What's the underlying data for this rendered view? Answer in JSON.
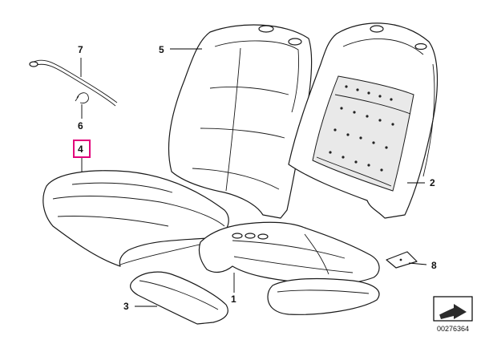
{
  "callouts": [
    {
      "id": "c1",
      "label": "1"
    },
    {
      "id": "c2",
      "label": "2"
    },
    {
      "id": "c3",
      "label": "3"
    },
    {
      "id": "c4",
      "label": "4",
      "highlighted": true
    },
    {
      "id": "c5",
      "label": "5"
    },
    {
      "id": "c6",
      "label": "6"
    },
    {
      "id": "c7",
      "label": "7"
    },
    {
      "id": "c8",
      "label": "8"
    }
  ],
  "highlight_color": "#e2007a",
  "diagram_number": "00276364",
  "nav_icon": "arrow-icon"
}
